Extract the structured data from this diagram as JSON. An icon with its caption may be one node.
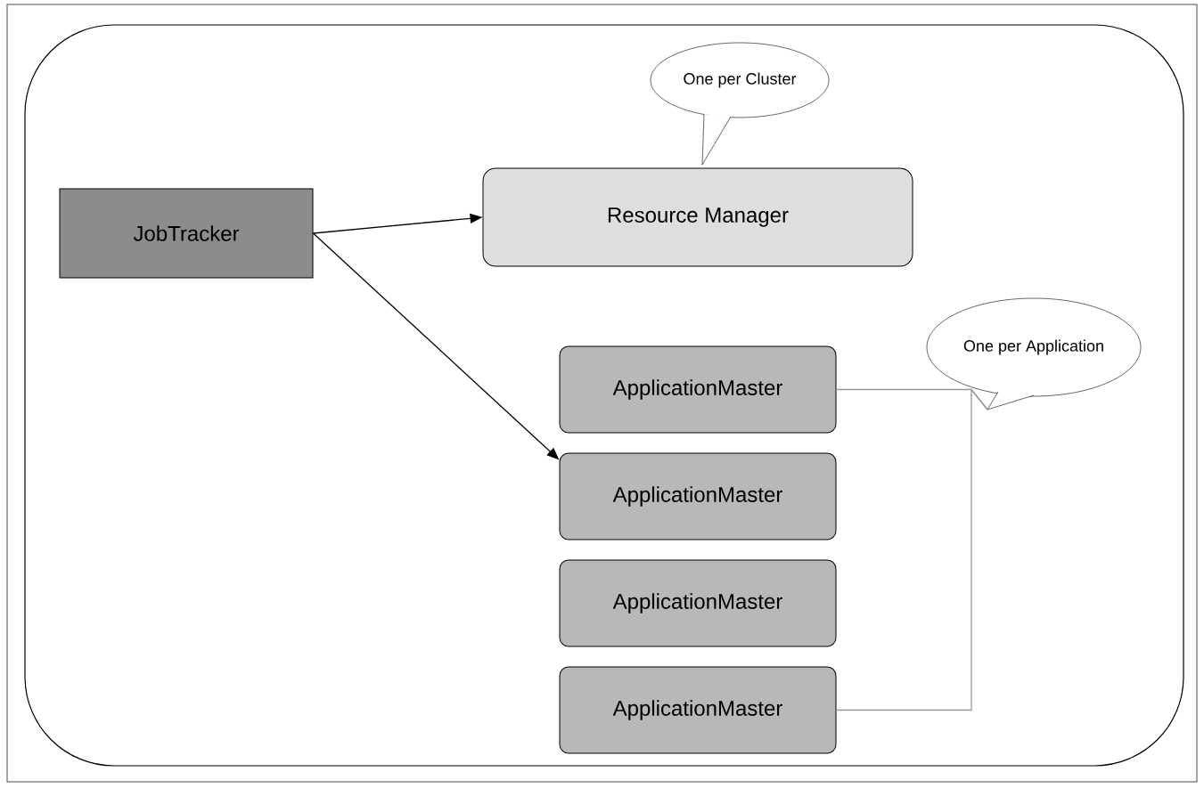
{
  "diagram": {
    "nodes": [
      {
        "text": [],
        "shape": "box"
      },
      {
        "text": [
          "One per Cluster"
        ],
        "in": 0
      },
      {
        "text": [
          "JobTracker"
        ],
        "in": 0
      },
      {
        "text": [
          "Resource Manager"
        ],
        "in": 0
      },
      {
        "text": [
          "One per Application"
        ],
        "in": 0
      },
      {
        "text": [
          "ApplicationMaster"
        ],
        "in": 0
      },
      {
        "text": [
          "ApplicationMaster"
        ],
        "in": 0
      },
      {
        "text": [
          "ApplicationMaster"
        ],
        "in": 0
      },
      {
        "text": [
          "ApplicationMaster"
        ],
        "in": 0
      }
    ],
    "edges": [
      {
        "from": 2,
        "to": 3,
        "arrow": "to"
      },
      {
        "from": 2,
        "to": 6,
        "arrow": "to"
      },
      {
        "from": 5,
        "to": 4,
        "arrow": "none",
        "color": "#999999"
      },
      {
        "from": 8,
        "to": 4,
        "arrow": "none",
        "color": "#999999"
      }
    ]
  }
}
